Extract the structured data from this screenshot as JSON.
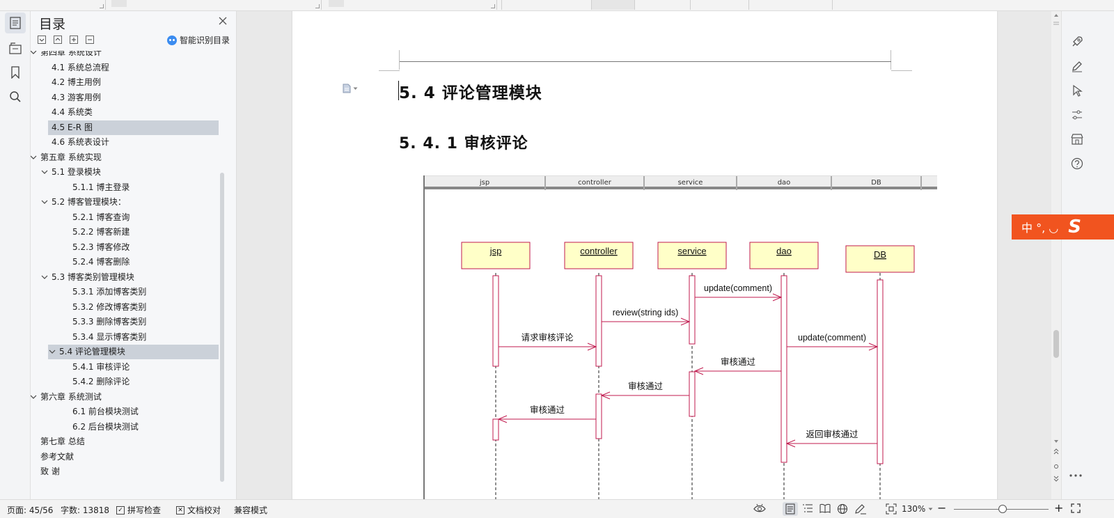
{
  "toc": {
    "title": "目录",
    "smart_label": "智能识别目录",
    "items": [
      {
        "label": "第四章   系统设计",
        "level": 0,
        "chevron": "down"
      },
      {
        "label": "4.1  系统总流程",
        "level": 1
      },
      {
        "label": "4.2  博主用例",
        "level": 1
      },
      {
        "label": "4.3  游客用例",
        "level": 1
      },
      {
        "label": "4.4  系统类",
        "level": 1
      },
      {
        "label": "4.5 E-R 图",
        "level": 1,
        "selected": true
      },
      {
        "label": "4.6  系统表设计",
        "level": 1
      },
      {
        "label": "第五章   系统实现",
        "level": 0,
        "chevron": "down"
      },
      {
        "label": "5.1  登录模块",
        "level": 1,
        "chevron": "down"
      },
      {
        "label": "5.1.1  博主登录",
        "level": 2
      },
      {
        "label": "5.2  博客管理模块：",
        "level": 1,
        "chevron": "down"
      },
      {
        "label": "5.2.1  博客查询",
        "level": 2
      },
      {
        "label": "5.2.2  博客新建",
        "level": 2
      },
      {
        "label": "5.2.3  博客修改",
        "level": 2
      },
      {
        "label": "5.2.4  博客删除",
        "level": 2
      },
      {
        "label": "5.3  博客类别管理模块",
        "level": 1,
        "chevron": "down"
      },
      {
        "label": "5.3.1  添加博客类别",
        "level": 2
      },
      {
        "label": "5.3.2  修改博客类别",
        "level": 2
      },
      {
        "label": "5.3.3  删除博客类别",
        "level": 2
      },
      {
        "label": "5.3.4  显示博客类别",
        "level": 2
      },
      {
        "label": "5.4  评论管理模块",
        "level": 1,
        "chevron": "down",
        "selected": true
      },
      {
        "label": "5.4.1  审核评论",
        "level": 2
      },
      {
        "label": "5.4.2  删除评论",
        "level": 2
      },
      {
        "label": "第六章   系统测试",
        "level": 0,
        "chevron": "down"
      },
      {
        "label": "6.1  前台模块测试",
        "level": 2
      },
      {
        "label": "6.2  后台模块测试",
        "level": 2
      },
      {
        "label": "第七章  总结",
        "level": 0
      },
      {
        "label": "参考文献",
        "level": 0
      },
      {
        "label": "致    谢",
        "level": 0
      }
    ]
  },
  "document": {
    "heading_2": "5. 4  评论管理模块",
    "heading_3": "5. 4. 1  审核评论",
    "lanes": [
      "jsp",
      "controller",
      "service",
      "dao",
      "DB"
    ],
    "objects": [
      "jsp",
      "controller",
      "service",
      "dao",
      "DB"
    ],
    "messages": [
      {
        "from": "service",
        "to": "dao",
        "label": "update(comment)",
        "kind": "call"
      },
      {
        "from": "controller",
        "to": "service",
        "label": "review(string ids)",
        "kind": "call"
      },
      {
        "from": "jsp",
        "to": "controller",
        "label": "请求审核评论",
        "kind": "call"
      },
      {
        "from": "dao",
        "to": "DB",
        "label": "update(comment)",
        "kind": "call"
      },
      {
        "from": "dao",
        "to": "service",
        "label": "审核通过",
        "kind": "return"
      },
      {
        "from": "service",
        "to": "controller",
        "label": "审核通过",
        "kind": "return"
      },
      {
        "from": "controller",
        "to": "jsp",
        "label": "审核通过",
        "kind": "return"
      },
      {
        "from": "DB",
        "to": "dao",
        "label": "返回审核通过",
        "kind": "return"
      }
    ]
  },
  "ime": {
    "label": "中 °, ◡",
    "logo": "S"
  },
  "status": {
    "page": "页面: 45/56",
    "words": "字数: 13818",
    "spell": "拼写检查",
    "proof": "文档校对",
    "compat": "兼容模式",
    "zoom": "130%"
  },
  "colors": {
    "accent": "#c01a4e",
    "object_fill": "#ffffc8",
    "selection": "#cbd1d9",
    "ime": "#f1541f"
  }
}
